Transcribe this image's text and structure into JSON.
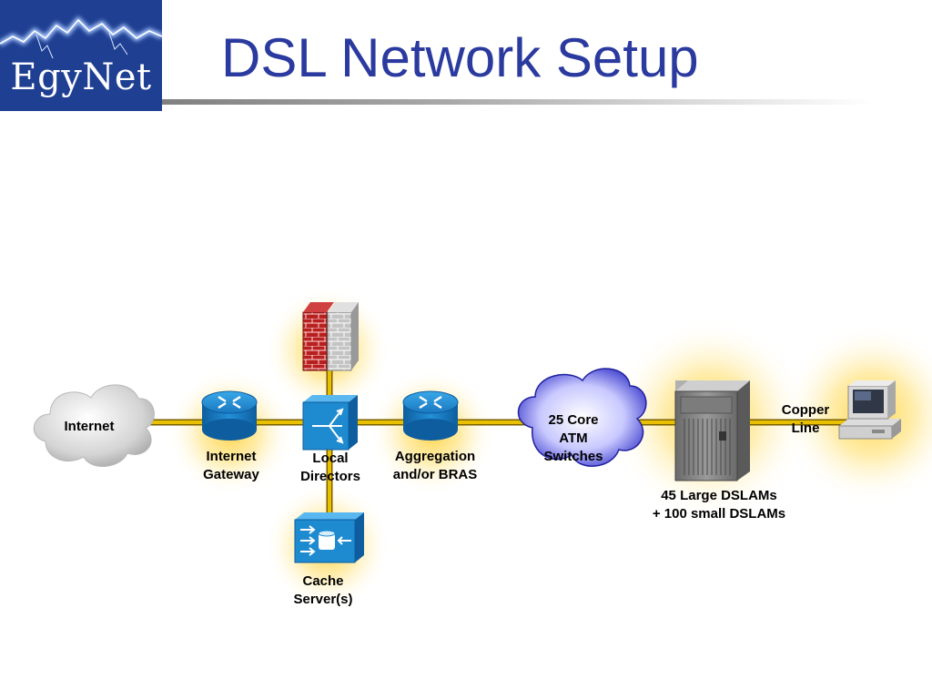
{
  "logo": {
    "text": "EgyNet"
  },
  "title": "DSL Network Setup",
  "diagram": {
    "nodes": {
      "internet": "Internet",
      "internet_gateway": "Internet\nGateway",
      "local_directors": "Local\nDirectors",
      "aggregation": "Aggregation\nand/or BRAS",
      "core_atm": "25 Core\nATM\nSwitches",
      "dslams": "45 Large DSLAMs\n+ 100 small DSLAMs",
      "copper_line": "Copper\nLine",
      "cache_servers": "Cache\nServer(s)"
    }
  },
  "colors": {
    "link": "#d4a800",
    "device_blue": "#1e90d0",
    "glow": "#ffd040",
    "title": "#2b3a9f",
    "logo_bg": "#1f3f92"
  }
}
